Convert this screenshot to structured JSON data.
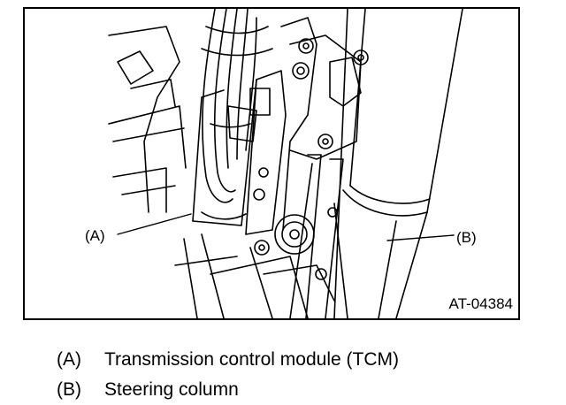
{
  "figure": {
    "id_label": "AT-04384",
    "callouts": {
      "a": "(A)",
      "b": "(B)"
    },
    "icon": "tcm-and-steering-column-line-drawing"
  },
  "legend": [
    {
      "key": "(A)",
      "text": "Transmission control module (TCM)"
    },
    {
      "key": "(B)",
      "text": "Steering column"
    }
  ]
}
